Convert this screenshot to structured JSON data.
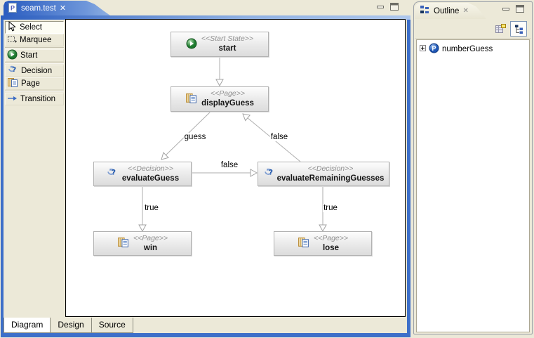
{
  "editor": {
    "tab": {
      "title": "seam.test",
      "close_glyph": "✕"
    },
    "palette": {
      "items": [
        {
          "label": "Select",
          "selected": true
        },
        {
          "label": "Marquee",
          "selected": false
        },
        {
          "label": "Start",
          "selected": false
        },
        {
          "label": "Decision",
          "selected": false
        },
        {
          "label": "Page",
          "selected": false
        },
        {
          "label": "Transition",
          "selected": false
        }
      ]
    },
    "bottom_tabs": [
      {
        "label": "Diagram",
        "active": true
      },
      {
        "label": "Design",
        "active": false
      },
      {
        "label": "Source",
        "active": false
      }
    ]
  },
  "canvas": {
    "nodes": [
      {
        "type": "start-state",
        "stereotype": "<<Start State>>",
        "name": "start"
      },
      {
        "type": "page",
        "stereotype": "<<Page>>",
        "name": "displayGuess"
      },
      {
        "type": "decision",
        "stereotype": "<<Decision>>",
        "name": "evaluateGuess"
      },
      {
        "type": "decision",
        "stereotype": "<<Decision>>",
        "name": "evaluateRemainingGuesses"
      },
      {
        "type": "page",
        "stereotype": "<<Page>>",
        "name": "win"
      },
      {
        "type": "page",
        "stereotype": "<<Page>>",
        "name": "lose"
      }
    ],
    "edges": [
      {
        "label": "",
        "from": "start",
        "to": "displayGuess"
      },
      {
        "label": "guess",
        "from": "displayGuess",
        "to": "evaluateGuess"
      },
      {
        "label": "false",
        "from": "evaluateRemainingGuesses",
        "to": "displayGuess"
      },
      {
        "label": "false",
        "from": "evaluateGuess",
        "to": "evaluateRemainingGuesses"
      },
      {
        "label": "true",
        "from": "evaluateGuess",
        "to": "win"
      },
      {
        "label": "true",
        "from": "evaluateRemainingGuesses",
        "to": "lose"
      }
    ]
  },
  "outline": {
    "tab_title": "Outline",
    "close_glyph": "✕",
    "tree": [
      {
        "label": "numberGuess",
        "expandable": true
      }
    ]
  },
  "colors": {
    "focus_border": "#3d6fc9",
    "tab_gradient_start": "#2a5cc0",
    "tab_gradient_end": "#8fb0e2",
    "background": "#ece9d8",
    "edge_line": "#aeaeae"
  }
}
